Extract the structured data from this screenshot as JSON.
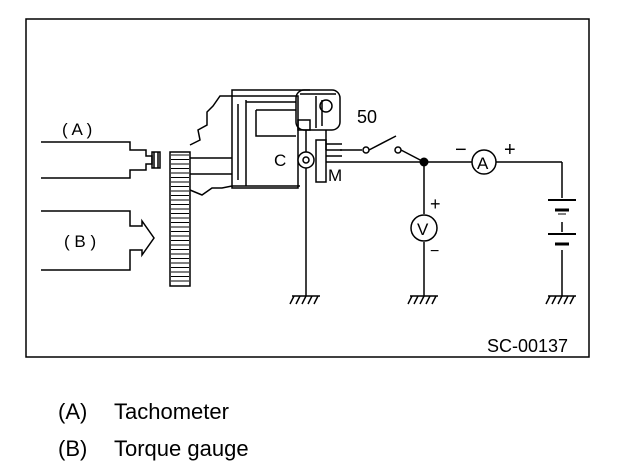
{
  "figure": {
    "code": "SC-00137",
    "callout_a": "( A )",
    "callout_b": "( B )",
    "terminal_50": "50",
    "terminal_c": "C",
    "terminal_m": "M",
    "ammeter": "A",
    "voltmeter": "V",
    "ammeter_minus": "−",
    "ammeter_plus": "+",
    "voltmeter_plus": "+",
    "voltmeter_minus": "−"
  },
  "legend": [
    {
      "key": "(A)",
      "label": "Tachometer"
    },
    {
      "key": "(B)",
      "label": "Torque gauge"
    }
  ]
}
